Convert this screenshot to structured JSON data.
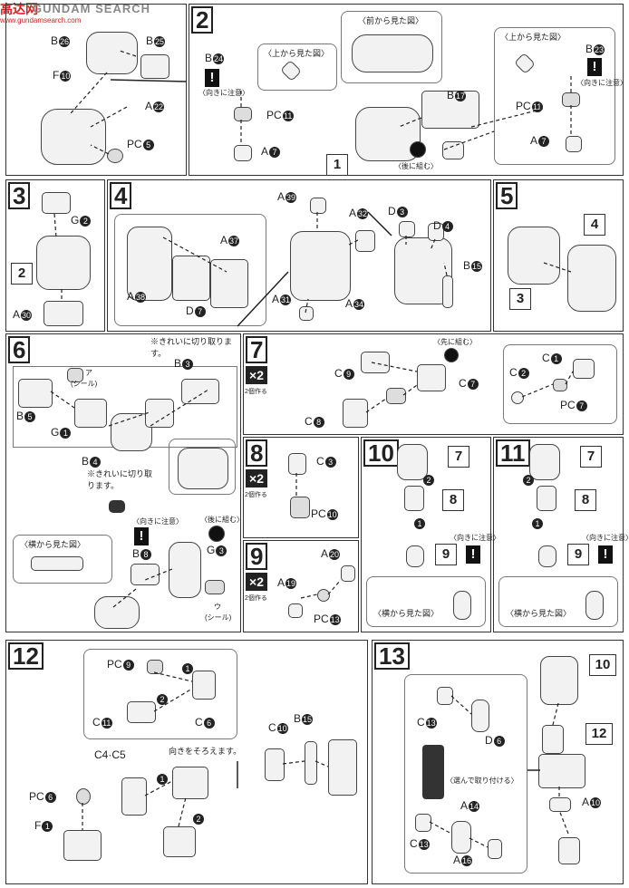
{
  "watermark": {
    "logo": "高达网",
    "brand": "GUNDAM SEARCH",
    "url": "www.gundamsearch.com"
  },
  "step1": {
    "labels": [
      "B",
      "B",
      "F",
      "A",
      "PC"
    ],
    "nums": [
      "26",
      "25",
      "10",
      "22",
      "5"
    ]
  },
  "step2": {
    "no": "2",
    "front_view": "〈前から見た図〉",
    "top_view_left": "〈上から見た図〉",
    "top_view_right": "〈上から見た図〉",
    "caution": "〈向きに注意〉",
    "back_assemble": "〈後に組む〉",
    "labels": {
      "b24": "B",
      "pc11a": "PC",
      "a7a": "A",
      "b17": "B",
      "b23": "B",
      "pc11b": "PC",
      "a7b": "A"
    },
    "nums": {
      "b24": "24",
      "pc11a": "11",
      "a7a": "7",
      "b17": "17",
      "b23": "23",
      "pc11b": "11",
      "a7b": "7"
    },
    "ref": "1"
  },
  "step3": {
    "no": "3",
    "labels": [
      "G",
      "A"
    ],
    "nums": [
      "2",
      "30"
    ],
    "ref": "2"
  },
  "step4": {
    "no": "4",
    "labels": {
      "a39": "A",
      "a32": "A",
      "a37": "A",
      "a38": "A",
      "d7": "D",
      "a31": "A",
      "a34": "A",
      "d3": "D",
      "d4": "D",
      "b15": "B"
    },
    "nums": {
      "a39": "39",
      "a32": "32",
      "a37": "37",
      "a38": "38",
      "d7": "7",
      "a31": "31",
      "a34": "34",
      "d3": "3",
      "d4": "4",
      "b15": "15"
    }
  },
  "step5": {
    "no": "5",
    "ref_a": "4",
    "ref_b": "3"
  },
  "step6": {
    "no": "6",
    "cut_note_1": "※きれいに切り取ります。",
    "cut_note_2": "※きれいに切り取ります。",
    "seal_a": "(シール)",
    "seal_b": "(シール)",
    "seal_sym_a": "ア",
    "seal_sym_b": "ウ",
    "caution": "〈向きに注意〉",
    "back_assemble": "〈後に組む〉",
    "side_view": "〈横から見た図〉",
    "labels": {
      "b3": "B",
      "b5": "B",
      "g1": "G",
      "b4": "B",
      "b8": "B",
      "g3": "G"
    },
    "nums": {
      "b3": "3",
      "b5": "5",
      "g1": "1",
      "b4": "4",
      "b8": "8",
      "g3": "3"
    }
  },
  "step7": {
    "no": "7",
    "mult": "×2",
    "mult_sub": "2個作る",
    "first_assemble": "〈先に組む〉",
    "labels": {
      "c9": "C",
      "c7": "C",
      "c8": "C",
      "c1": "C",
      "c2": "C",
      "pc7": "PC"
    },
    "nums": {
      "c9": "9",
      "c7": "7",
      "c8": "8",
      "c1": "1",
      "c2": "2",
      "pc7": "7"
    }
  },
  "step8": {
    "no": "8",
    "mult": "×2",
    "mult_sub": "2個作る",
    "labels": [
      "C",
      "PC"
    ],
    "nums": [
      "3",
      "10"
    ]
  },
  "step9": {
    "no": "9",
    "mult": "×2",
    "mult_sub": "2個作る",
    "labels": [
      "A",
      "A",
      "PC"
    ],
    "nums": [
      "20",
      "19",
      "13"
    ]
  },
  "step10": {
    "no": "10",
    "ref_top": "7",
    "ref_mid": "8",
    "ref_bot": "9",
    "side_view": "〈横から見た図〉",
    "arrows": [
      "2",
      "1"
    ]
  },
  "step11": {
    "no": "11",
    "ref_top": "7",
    "ref_mid": "8",
    "ref_bot": "9",
    "side_view": "〈横から見た図〉",
    "arrows": [
      "2",
      "1"
    ]
  },
  "step12": {
    "no": "12",
    "orient_note": "向きをそろえます。",
    "labels": {
      "pc9": "PC",
      "c11": "C",
      "c6": "C",
      "c4c5": "C4·C5",
      "pc6": "PC",
      "f1": "F",
      "c10": "C",
      "b15": "B"
    },
    "nums": {
      "pc9": "9",
      "c11": "11",
      "c6": "6",
      "c4c5": "",
      "pc6": "6",
      "f1": "1",
      "c10": "10",
      "b15": "15"
    }
  },
  "step13": {
    "no": "13",
    "ref_a": "10",
    "ref_b": "12",
    "choose_note": "〈選んで取り付ける〉",
    "labels": {
      "c13a": "C",
      "d6": "D",
      "a14": "A",
      "c13b": "C",
      "a16": "A",
      "a10": "A"
    },
    "nums": {
      "c13a": "13",
      "d6": "6",
      "a14": "14",
      "c13b": "13",
      "a16": "16",
      "a10": "10"
    }
  }
}
